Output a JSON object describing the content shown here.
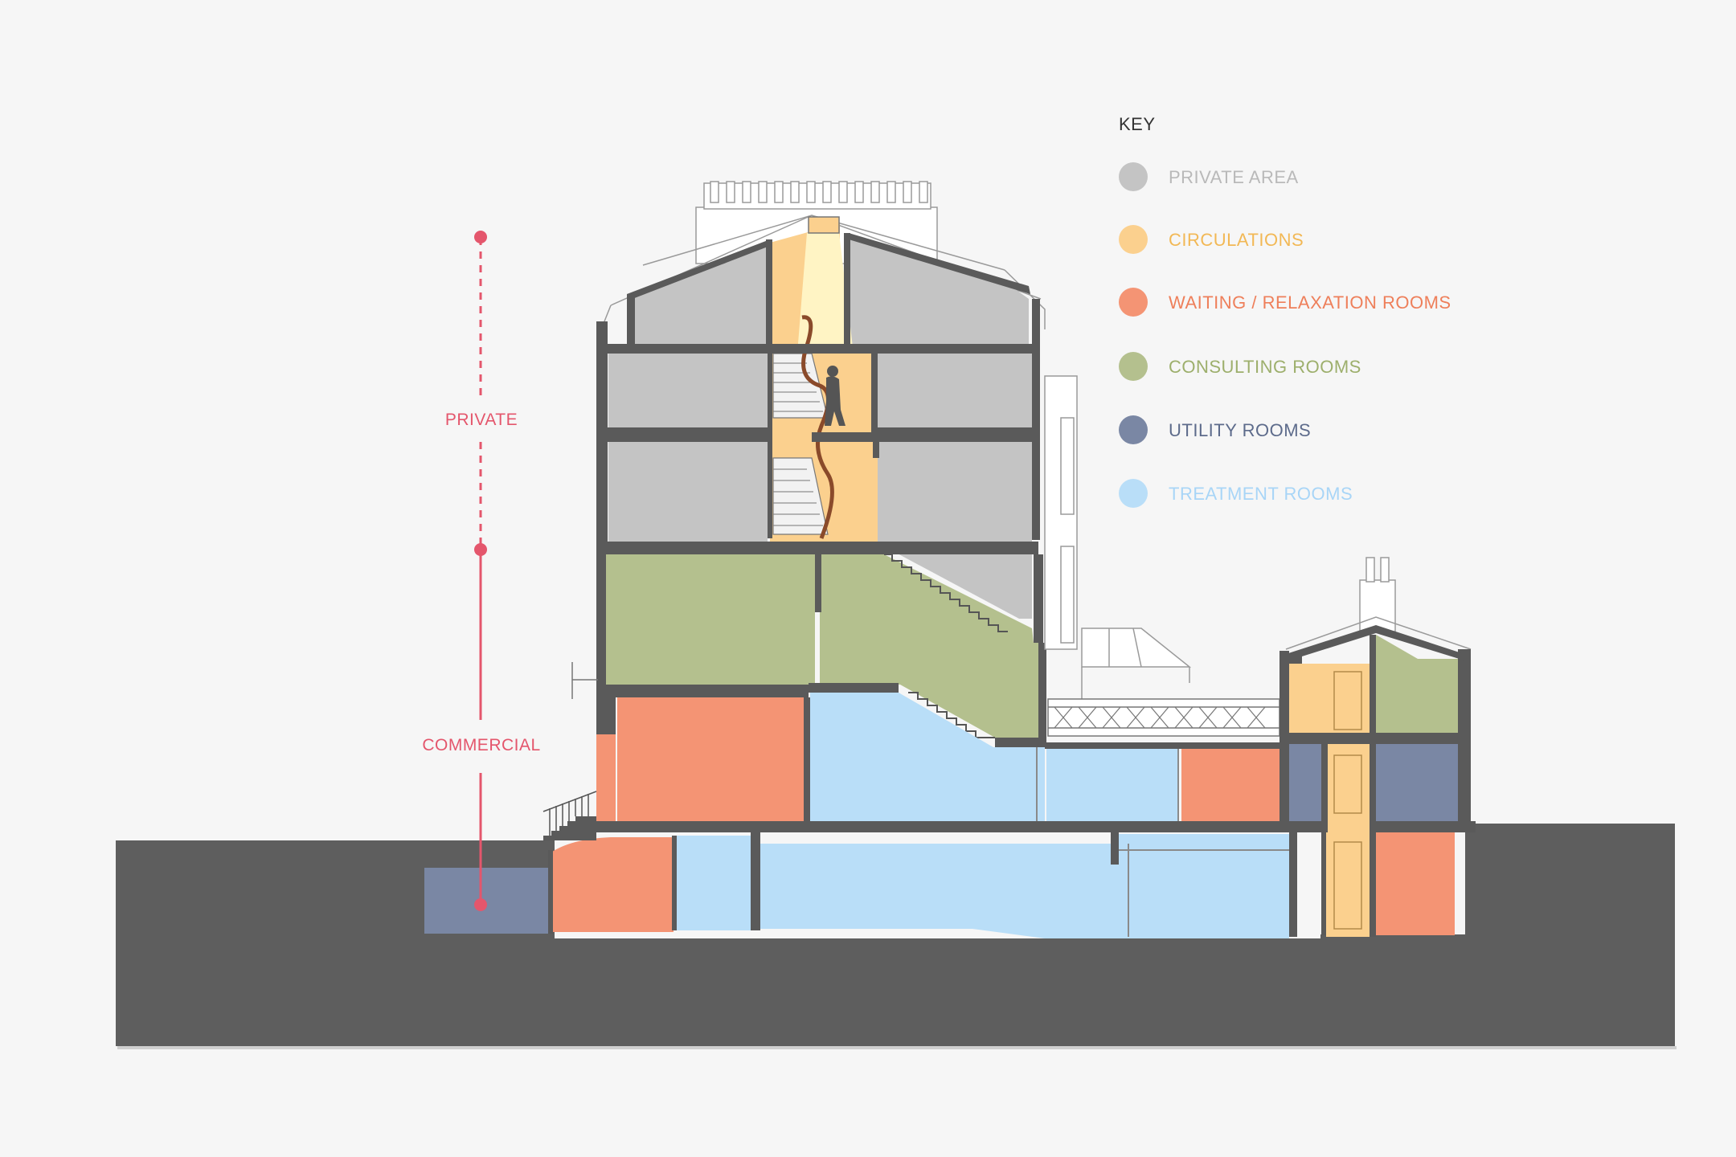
{
  "key": {
    "title": "KEY",
    "items": [
      {
        "label": "PRIVATE AREA",
        "color": "#c4c4c4",
        "text_color": "#b9b9b9"
      },
      {
        "label": "CIRCULATIONS",
        "color": "#fbd08e",
        "text_color": "#f2b855"
      },
      {
        "label": "WAITING / RELAXATION ROOMS",
        "color": "#f49474",
        "text_color": "#ee7f5a"
      },
      {
        "label": "CONSULTING ROOMS",
        "color": "#b4c08e",
        "text_color": "#9daf6c"
      },
      {
        "label": "UTILITY ROOMS",
        "color": "#7a87a4",
        "text_color": "#5d6b8b"
      },
      {
        "label": "TREATMENT ROOMS",
        "color": "#b9def8",
        "text_color": "#a8d5f7"
      }
    ]
  },
  "zones": {
    "private": "PRIVATE",
    "commercial": "COMMERCIAL",
    "indicator_color": "#e4566c"
  },
  "colors": {
    "ground": "#5e5e5e",
    "wall": "#5a5a5a",
    "background": "#f6f6f6",
    "outline": "#9a9a9a"
  }
}
